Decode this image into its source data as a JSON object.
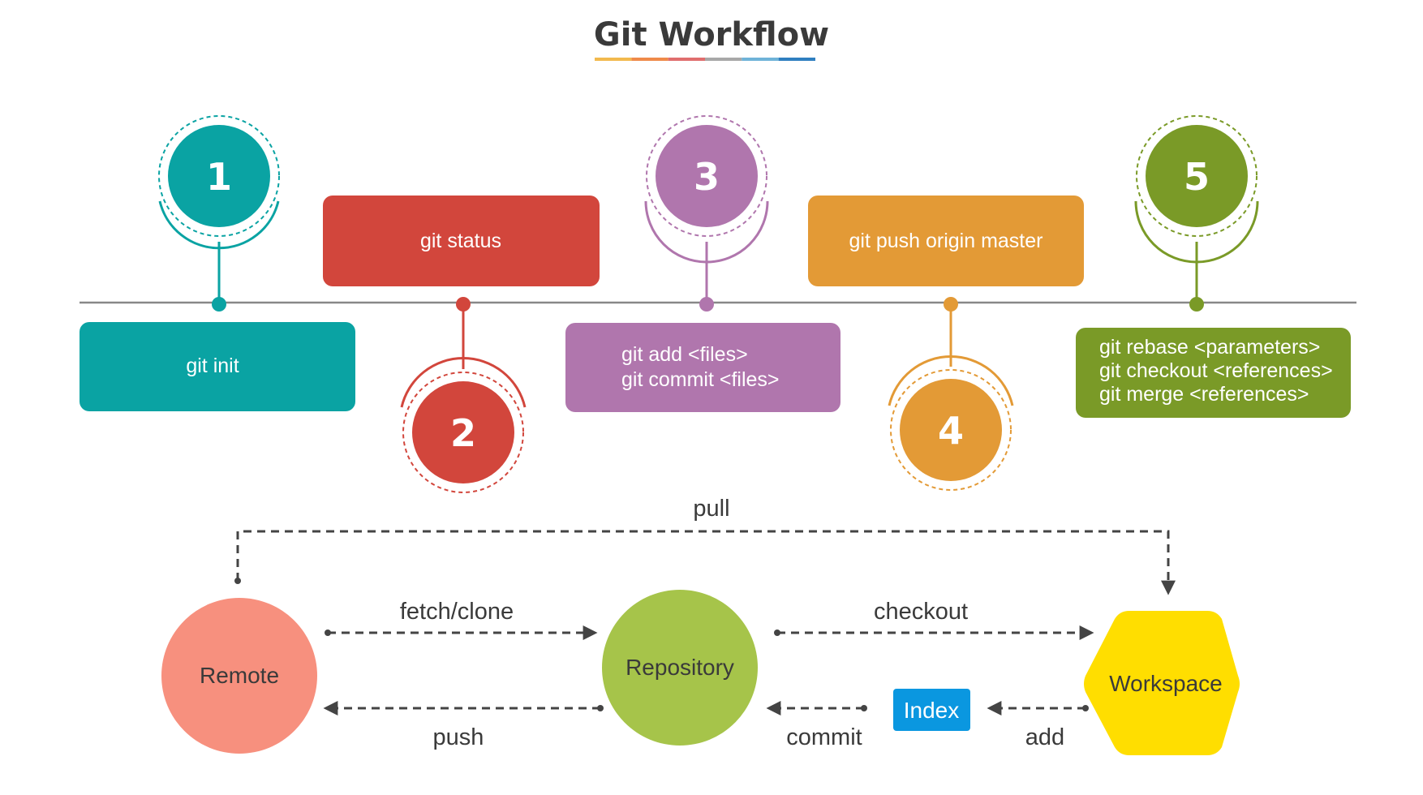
{
  "title": "Git Workflow",
  "timeline": {
    "steps": [
      {
        "number": "1",
        "color": "#0aa3a3",
        "commands": [
          "git init"
        ]
      },
      {
        "number": "2",
        "color": "#d2463c",
        "commands": [
          "git status"
        ]
      },
      {
        "number": "3",
        "color": "#b076ad",
        "commands": [
          "git add <files>",
          "git commit <files>"
        ]
      },
      {
        "number": "4",
        "color": "#e39a36",
        "commands": [
          "git push origin master"
        ]
      },
      {
        "number": "5",
        "color": "#7a9a27",
        "commands": [
          "git rebase <parameters>",
          "git checkout <references>",
          "git merge <references>"
        ]
      }
    ]
  },
  "flow": {
    "nodes": {
      "remote": {
        "label": "Remote",
        "color": "#f7907e"
      },
      "repository": {
        "label": "Repository",
        "color": "#a6c44a"
      },
      "index": {
        "label": "Index",
        "color": "#0a97e0"
      },
      "workspace": {
        "label": "Workspace",
        "color": "#ffde00"
      }
    },
    "edges": {
      "pull": "pull",
      "fetch_clone": "fetch/clone",
      "push": "push",
      "checkout": "checkout",
      "commit": "commit",
      "add": "add"
    }
  },
  "title_underline_colors": [
    "#f2b94e",
    "#ef8a4a",
    "#e06e6e",
    "#a8a8a8",
    "#6fb3d8",
    "#2f7fc0"
  ]
}
